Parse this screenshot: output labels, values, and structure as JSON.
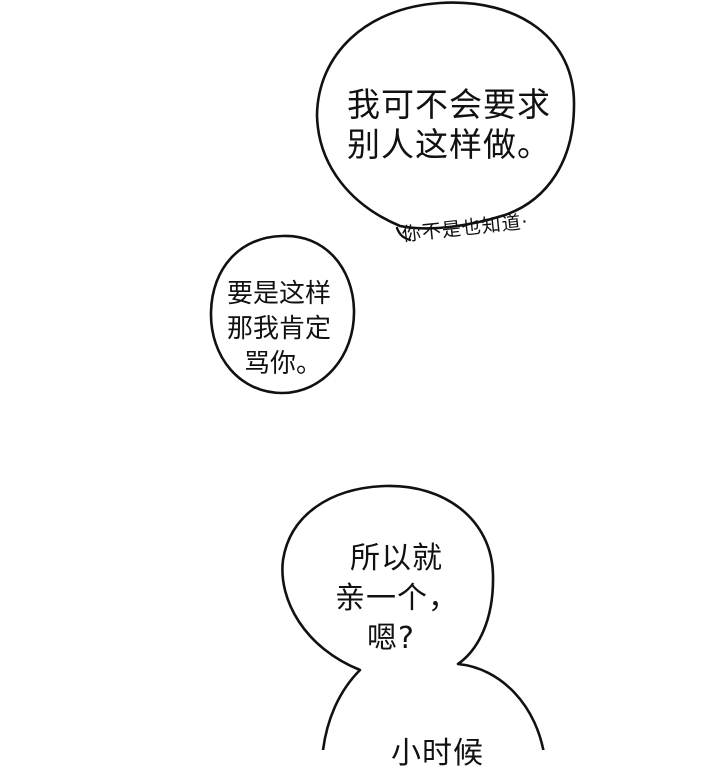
{
  "colors": {
    "background": "#ffffff",
    "ink": "#111111"
  },
  "bubbles": [
    {
      "id": "top-right",
      "lines": [
        "我可不会要求",
        "别人这样做。"
      ],
      "aside": "你不是也知道·"
    },
    {
      "id": "middle-left",
      "lines": [
        "要是这样",
        "那我肯定",
        "骂你。"
      ]
    },
    {
      "id": "bottom",
      "lines": [
        "所以就",
        "亲一个，",
        "嗯?"
      ]
    },
    {
      "id": "bottom-cut",
      "lines": [
        "小时候"
      ]
    }
  ]
}
